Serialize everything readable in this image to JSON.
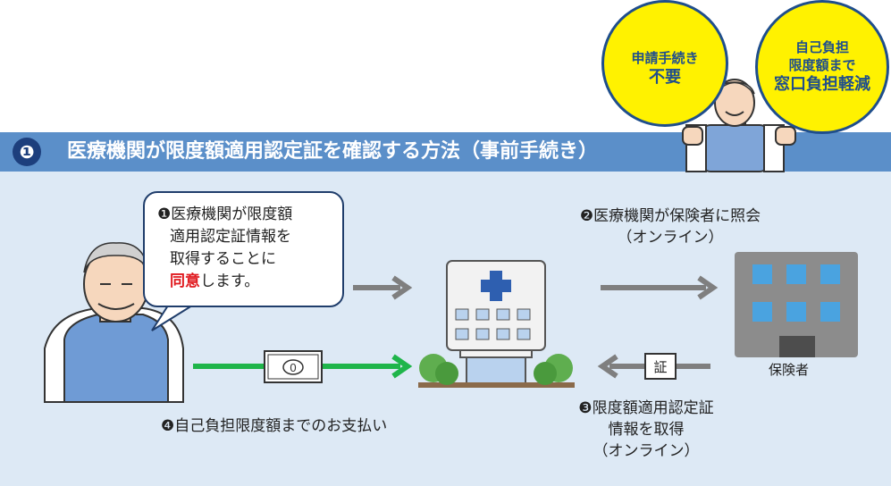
{
  "header": {
    "number": "❶",
    "title": "医療機関が限度額適用認定証を確認する方法（事前手続き）"
  },
  "badges": [
    {
      "lines": [
        "申請手続き",
        "不要"
      ]
    },
    {
      "lines": [
        "自己負担",
        "限度額まで",
        "窓口負担軽減"
      ]
    }
  ],
  "speech": {
    "line1": "❶医療機関が限度額",
    "line2": "適用認定証情報を",
    "line3": "取得することに",
    "highlight": "同意",
    "line4_rest": "します。"
  },
  "step2": {
    "line1": "❷医療機関が保険者に照会",
    "line2": "（オンライン）"
  },
  "step3": {
    "line1": "❸限度額適用認定証",
    "line2": "情報を取得",
    "line3": "（オンライン）"
  },
  "step4": {
    "text": "❹自己負担限度額までのお支払い"
  },
  "insurer": {
    "label": "保険者"
  },
  "certificate": {
    "label": "証"
  },
  "money": {
    "label": "0"
  },
  "colors": {
    "banner": "#5b8fc9",
    "panel": "#dde9f5",
    "badge": "#fff200",
    "payment_arrow": "#1fb54a",
    "gray_arrow": "#7f7f7f",
    "highlight": "#e0191e"
  }
}
